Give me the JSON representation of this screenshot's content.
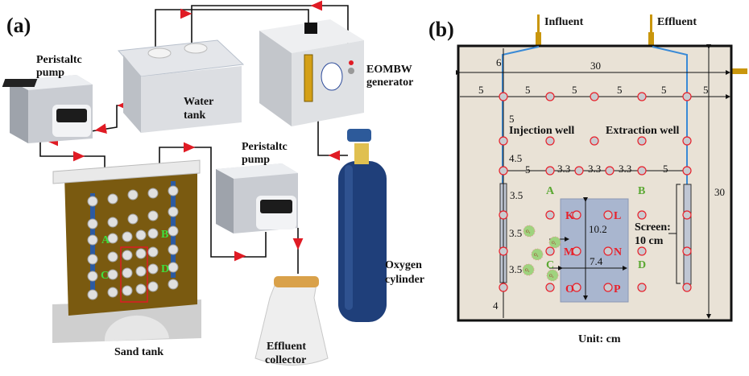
{
  "panel_a": {
    "label": "(a)",
    "pump_left": [
      "Peristaltc",
      "pump"
    ],
    "water_tank": [
      "Water",
      "tank"
    ],
    "generator": [
      "EOMBW",
      "generator"
    ],
    "pump_right": [
      "Peristaltc",
      "pump"
    ],
    "oxygen": [
      "Oxygen",
      "cylinder"
    ],
    "collector": [
      "Effluent",
      "collector"
    ],
    "sand_tank": "Sand tank",
    "points": [
      "A",
      "B",
      "C",
      "D"
    ]
  },
  "panel_b": {
    "label": "(b)",
    "influent": "Influent",
    "effluent": "Effluent",
    "injection_well": "Injection well",
    "extraction_well": "Extraction well",
    "screen": [
      "Screen:",
      "10 cm"
    ],
    "unit": "Unit: cm",
    "monitor_points": [
      "A",
      "B",
      "C",
      "D"
    ],
    "zone_points": [
      "K",
      "L",
      "M",
      "N",
      "O",
      "P"
    ],
    "o2_label": "O₂",
    "dims": {
      "top": "6",
      "width": "30",
      "height": "30",
      "row1": [
        "5",
        "5",
        "5",
        "5",
        "5",
        "5"
      ],
      "v1": "5",
      "v2": "4.5",
      "row3": [
        "5",
        "3.3",
        "3.3",
        "3.3",
        "5"
      ],
      "screen_gaps": [
        "3.5",
        "3.5",
        "3.5"
      ],
      "bottom": "4",
      "zone_h": "10.2",
      "zone_w": "7.4"
    }
  },
  "colors": {
    "pipe_blue": "#3a8ad6",
    "tank_brown": "#7a5a10",
    "zone_fill": "#a9b6cf",
    "point_red": "#e8202a",
    "point_green": "#5aa832",
    "sand": "#e9e2d6"
  }
}
